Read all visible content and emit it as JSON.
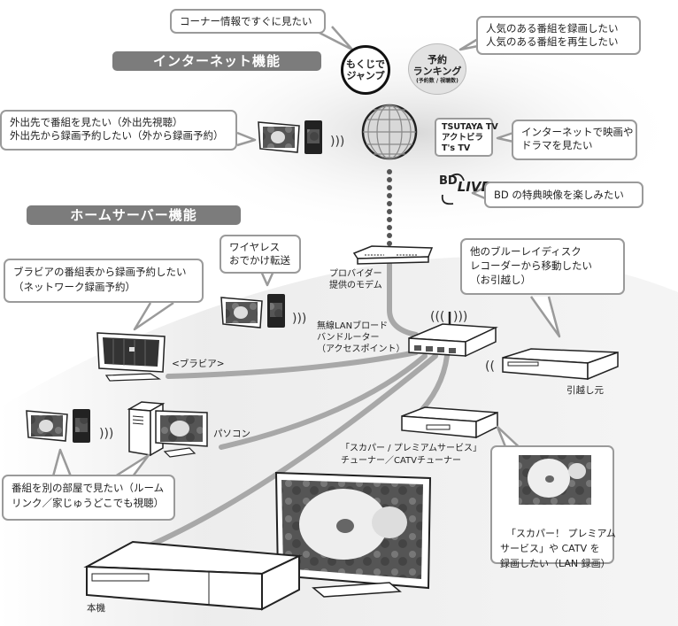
{
  "sections": {
    "internet": "インターネット機能",
    "home_server": "ホームサーバー機能"
  },
  "internet_features": {
    "jump_bubble": "コーナー情報ですぐに見たい",
    "jump_circle": "もくじで\nジャンプ",
    "ranking_circle_title": "予約\nランキング",
    "ranking_circle_sub": "(予約数 / 視聴数)",
    "ranking_bubble": "人気のある番組を録画したい\n人気のある番組を再生したい",
    "remote_bubble": "外出先で番組を見たい（外出先視聴）\n外出先から録画予約したい（外から録画予約）",
    "services_box": "TSUTAYA TV\nアクトビラ\nT's TV",
    "vod_bubble": "インターネットで映画や\nドラマを見たい",
    "bdlive_logo_bd": "BD",
    "bdlive_logo_live": "LIVE",
    "bdlive_bubble": "BD の特典映像を楽しみたい"
  },
  "home_features": {
    "wireless_bubble": "ワイヤレス\nおでかけ転送",
    "bravia_bubble": "ブラビアの番組表から録画予約したい\n（ネットワーク録画予約）",
    "bravia_label": "<ブラビア>",
    "modem_label": "プロバイダー\n提供のモデム",
    "router_label": "無線LANブロード\nバンドルーター\n（アクセスポイント）",
    "move_bubble": "他のブルーレイディスク\nレコーダーから移動したい\n（お引越し）",
    "move_source_label": "引越し元",
    "pc_label": "パソコン",
    "room_link_bubble": "番組を別の部屋で見たい（ルーム\nリンク／家じゅうどこでも視聴）",
    "tuner_label": "「スカパー / プレミアムサービス」\nチューナー／CATVチューナー",
    "lan_rec_bubble": "「スカパー！ プレミアム\nサービス」や CATV を\n録画したい（LAN 録画）",
    "main_unit_label": "本機"
  },
  "colors": {
    "pill_bg": "#7c7c7c",
    "bubble_border": "#9a9a9a",
    "cable": "#a8a8a8",
    "shadow": "#e6e6e6"
  }
}
